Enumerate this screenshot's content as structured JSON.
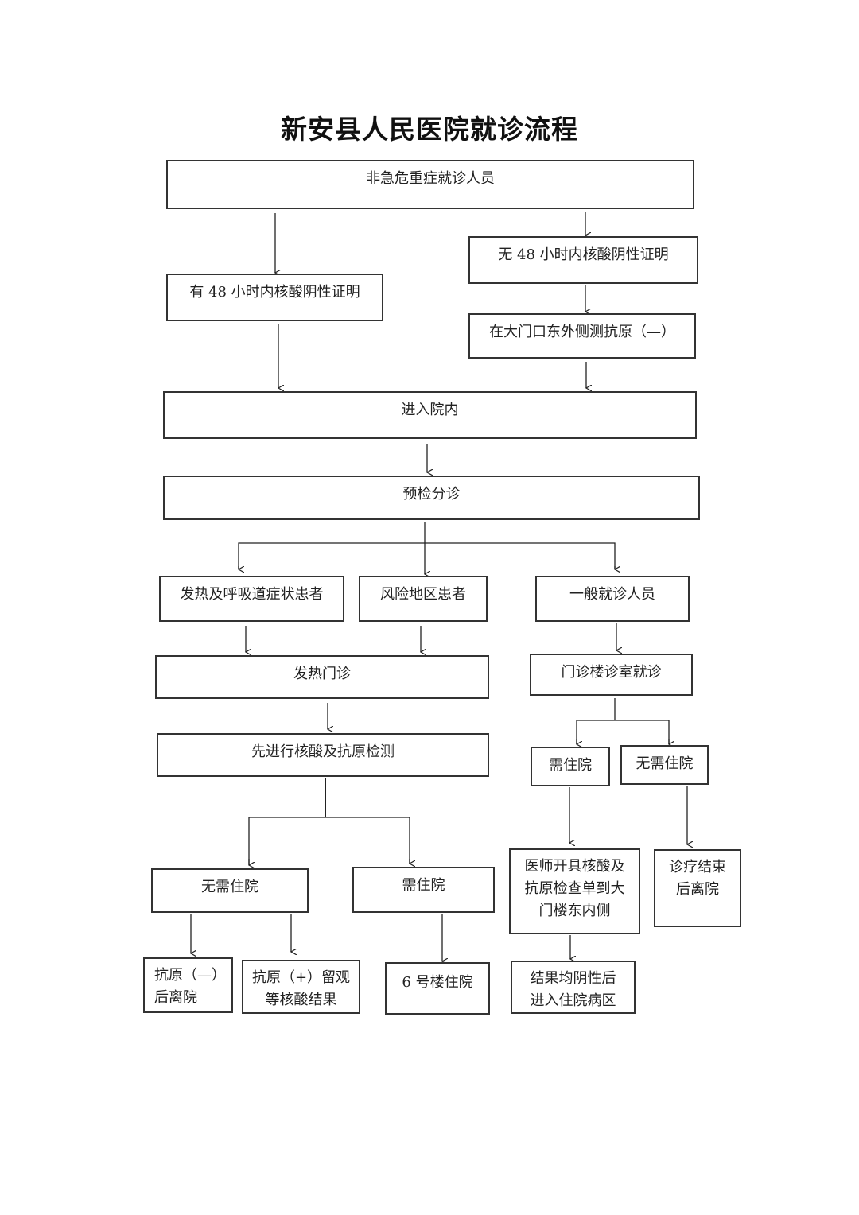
{
  "title": "新安县人民医院就诊流程",
  "nodes": {
    "non_urgent": "非急危重症就诊人员",
    "no_cert": "无 48 小时内核酸阴性证明",
    "has_cert": "有 48 小时内核酸阴性证明",
    "antigen_test": "在大门口东外侧测抗原（—）",
    "enter": "进入院内",
    "triage": "预检分诊",
    "fever_resp": "发热及呼吸道症状患者",
    "risk_area": "风险地区患者",
    "general": "一般就诊人员",
    "fever_clinic": "发热门诊",
    "outpatient": "门诊楼诊室就诊",
    "nat_antigen": "先进行核酸及抗原检测",
    "need_hosp_right": "需住院",
    "no_hosp_right": "无需住院",
    "no_hosp_left": "无需住院",
    "need_hosp_left": "需住院",
    "doctor_order_lines": [
      "医师开具核酸及",
      "抗原检查单到大",
      "门楼东内侧"
    ],
    "end_leave_lines": [
      "诊疗结束",
      "后离院"
    ],
    "antigen_neg_leave_lines": [
      "抗原（—）",
      "后离院"
    ],
    "antigen_pos_observe_lines": [
      "抗原（+）留观",
      "等核酸结果"
    ],
    "building6": "6 号楼住院",
    "results_neg_lines": [
      "结果均阴性后",
      "进入住院病区"
    ]
  }
}
